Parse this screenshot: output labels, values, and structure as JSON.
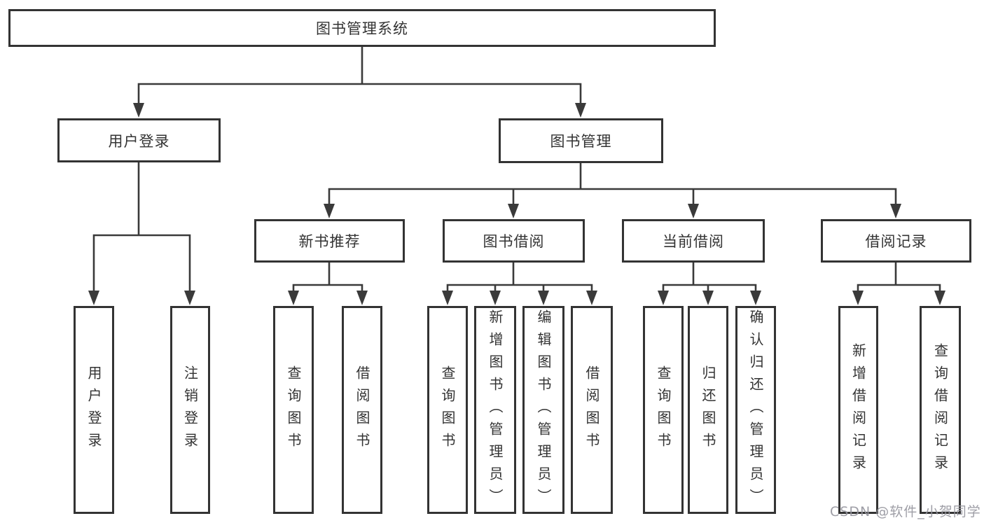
{
  "diagram": {
    "root": {
      "label": "图书管理系统"
    },
    "branches": [
      {
        "label": "用户登录",
        "children": [
          {
            "label": "用户登录"
          },
          {
            "label": "注销登录"
          }
        ]
      },
      {
        "label": "图书管理",
        "children": [
          {
            "label": "新书推荐",
            "children": [
              {
                "label": "查询图书"
              },
              {
                "label": "借阅图书"
              }
            ]
          },
          {
            "label": "图书借阅",
            "children": [
              {
                "label": "查询图书"
              },
              {
                "label": "新增图书（管理员）"
              },
              {
                "label": "编辑图书（管理员）"
              },
              {
                "label": "借阅图书"
              }
            ]
          },
          {
            "label": "当前借阅",
            "children": [
              {
                "label": "查询图书"
              },
              {
                "label": "归还图书"
              },
              {
                "label": "确认归还（管理员）"
              }
            ]
          },
          {
            "label": "借阅记录",
            "children": [
              {
                "label": "新增借阅记录"
              },
              {
                "label": "查询借阅记录"
              }
            ]
          }
        ]
      }
    ]
  },
  "watermark": "CSDN @软件_小贺同学",
  "colors": {
    "line": "#3a3a3a",
    "box_border": "#333333",
    "text": "#333333",
    "watermark": "#96969e",
    "background": "#ffffff"
  }
}
